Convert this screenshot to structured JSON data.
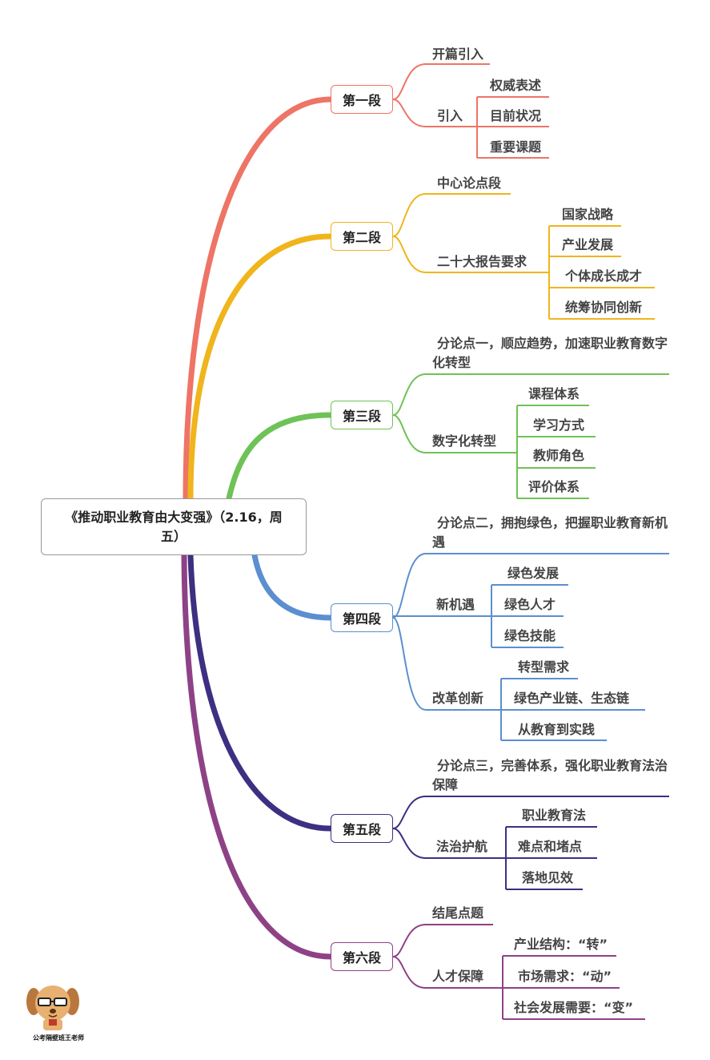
{
  "root": {
    "title": "《推动职业教育由大变强》（2.16，周五）"
  },
  "colors": {
    "s1": "#ee7465",
    "s2": "#f0b51c",
    "s3": "#6fc257",
    "s4": "#5b8fd0",
    "s5": "#3e2f82",
    "s6": "#8e4286"
  },
  "sections": [
    {
      "label": "第一段",
      "children": [
        {
          "label": "开篇引入"
        },
        {
          "label": "引入",
          "children": [
            "权威表述",
            "目前状况",
            "重要课题"
          ]
        }
      ]
    },
    {
      "label": "第二段",
      "children": [
        {
          "label": "中心论点段"
        },
        {
          "label": "二十大报告要求",
          "children": [
            "国家战略",
            "产业发展",
            "个体成长成才",
            "统筹协同创新"
          ]
        }
      ]
    },
    {
      "label": "第三段",
      "children": [
        {
          "label": "分论点一，顺应趋势，加速职业教育数字化转型"
        },
        {
          "label": "数字化转型",
          "children": [
            "课程体系",
            "学习方式",
            "教师角色",
            "评价体系"
          ]
        }
      ]
    },
    {
      "label": "第四段",
      "children": [
        {
          "label": "分论点二，拥抱绿色，把握职业教育新机遇"
        },
        {
          "label": "新机遇",
          "children": [
            "绿色发展",
            "绿色人才",
            "绿色技能"
          ]
        },
        {
          "label": "改革创新",
          "children": [
            "转型需求",
            "绿色产业链、生态链",
            "从教育到实践"
          ]
        }
      ]
    },
    {
      "label": "第五段",
      "children": [
        {
          "label": "分论点三，完善体系，强化职业教育法治保障"
        },
        {
          "label": "法治护航",
          "children": [
            "职业教育法",
            "难点和堵点",
            "落地见效"
          ]
        }
      ]
    },
    {
      "label": "第六段",
      "children": [
        {
          "label": "结尾点题"
        },
        {
          "label": "人才保障",
          "children": [
            "产业结构：“转”",
            "市场需求：“动”",
            "社会发展需要：“变”"
          ]
        }
      ]
    }
  ],
  "logo": {
    "caption": "公考隔壁班王老师",
    "icon": "dog-teacher-icon"
  }
}
